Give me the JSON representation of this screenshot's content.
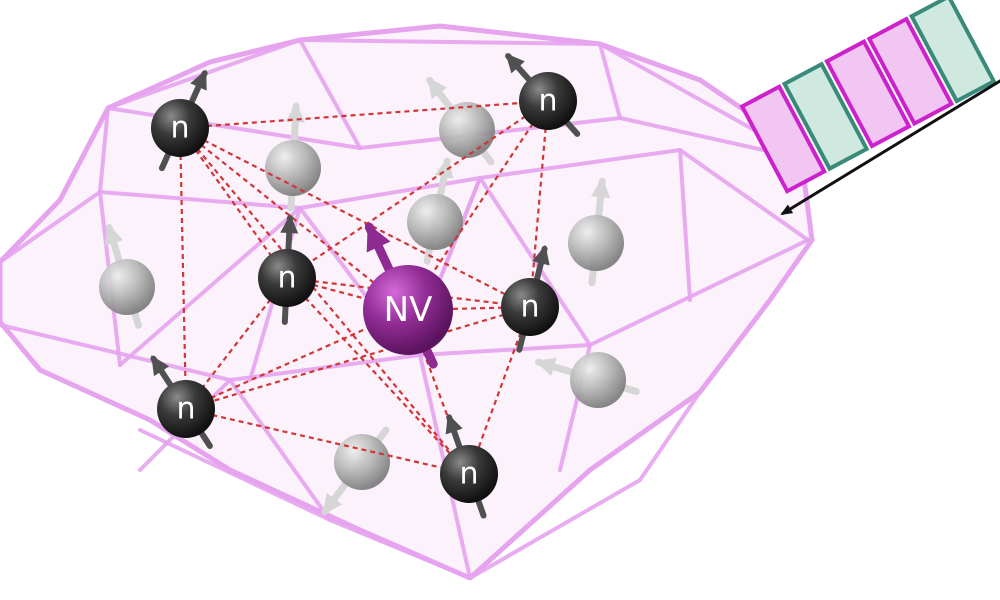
{
  "labels": {
    "neutron": "n",
    "nv_center": "NV"
  },
  "colors": {
    "crystal_edge": "#e6a3ee",
    "crystal_fill": "#fbf2fc",
    "coupling_line": "#d13535",
    "neutron_atom": "#2e2e2e",
    "spin_arrow_dark": "#505050",
    "background_atom": "#b5b5b5",
    "spin_arrow_light": "#d6d6d6",
    "nv_atom": "#8e2a90",
    "pulse_magenta": "#cc22cc",
    "pulse_teal": "#3a8a7a",
    "beam_arrow": "#111111"
  },
  "icons": {
    "neutron": "dark-sphere-with-spin-arrow",
    "background_atom": "grey-sphere-with-faded-spin-arrow",
    "nv_center": "purple-sphere-with-spin-arrow",
    "pulse_train": "alternating-rectangular-pulses",
    "beam": "black-arrow"
  },
  "pulse_sequence": [
    "magenta",
    "teal",
    "magenta",
    "magenta",
    "teal"
  ]
}
